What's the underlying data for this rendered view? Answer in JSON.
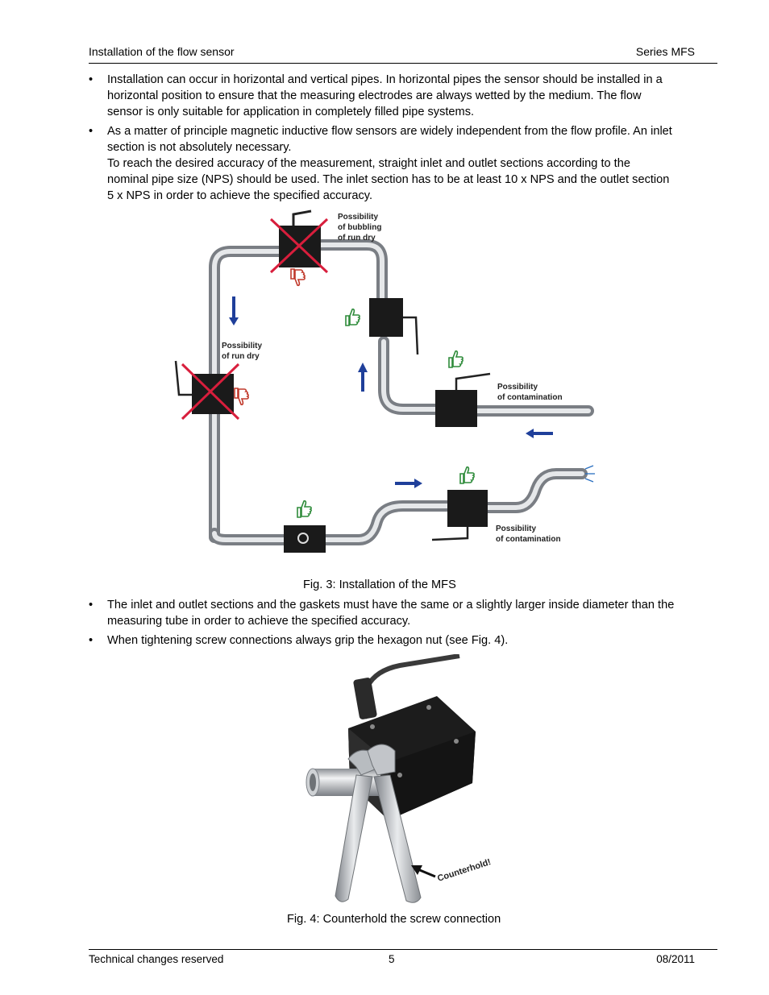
{
  "header": {
    "left": "Installation of the flow sensor",
    "right": "Series MFS"
  },
  "bullets_top": [
    {
      "lines": [
        "Installation can occur in horizontal and vertical pipes. In horizontal pipes the sensor should be installed in a",
        "horizontal position to ensure that the measuring electrodes are always wetted by the medium. The flow",
        "sensor is only suitable for application in completely filled pipe systems."
      ]
    },
    {
      "lines": [
        "As a matter of principle magnetic inductive flow sensors are widely independent from the flow profile. An inlet",
        "section is not absolutely necessary.",
        "To reach the desired accuracy of the measurement, straight inlet and outlet sections according to the",
        "nominal pipe size (NPS) should be used. The inlet section has to be at least 10 x NPS and the outlet section",
        "5 x NPS in order to achieve the specified accuracy."
      ]
    }
  ],
  "fig3": {
    "caption": "Fig. 3: Installation of the MFS",
    "labels": {
      "bubbling_1": "Possibility",
      "bubbling_2": "of bubbling",
      "bubbling_3": "of run dry",
      "rundry_1": "Possibility",
      "rundry_2": "of run dry",
      "contam_a1": "Possibility",
      "contam_a2": "of contamination",
      "contam_b1": "Possibility",
      "contam_b2": "of contamination"
    }
  },
  "bullets_mid": [
    {
      "lines": [
        "The inlet and outlet sections and the gaskets must have the same or a slightly larger inside diameter than the",
        "measuring tube in order to achieve the specified accuracy."
      ]
    },
    {
      "lines": [
        "When tightening screw connections always grip the hexagon nut (see Fig. 4)."
      ]
    }
  ],
  "fig4": {
    "caption": "Fig. 4: Counterhold the screw connection",
    "label": "Counterhold!"
  },
  "footer": {
    "left": "Technical changes reserved",
    "center": "5",
    "right": "08/2011"
  },
  "colors": {
    "arrow": "#1f3f9a",
    "cross": "#d81e3c",
    "thumb_up": "#2e8b3a",
    "thumb_down": "#c0392b",
    "sensor": "#1a1a1a",
    "pipe": "#b8bcc0"
  }
}
